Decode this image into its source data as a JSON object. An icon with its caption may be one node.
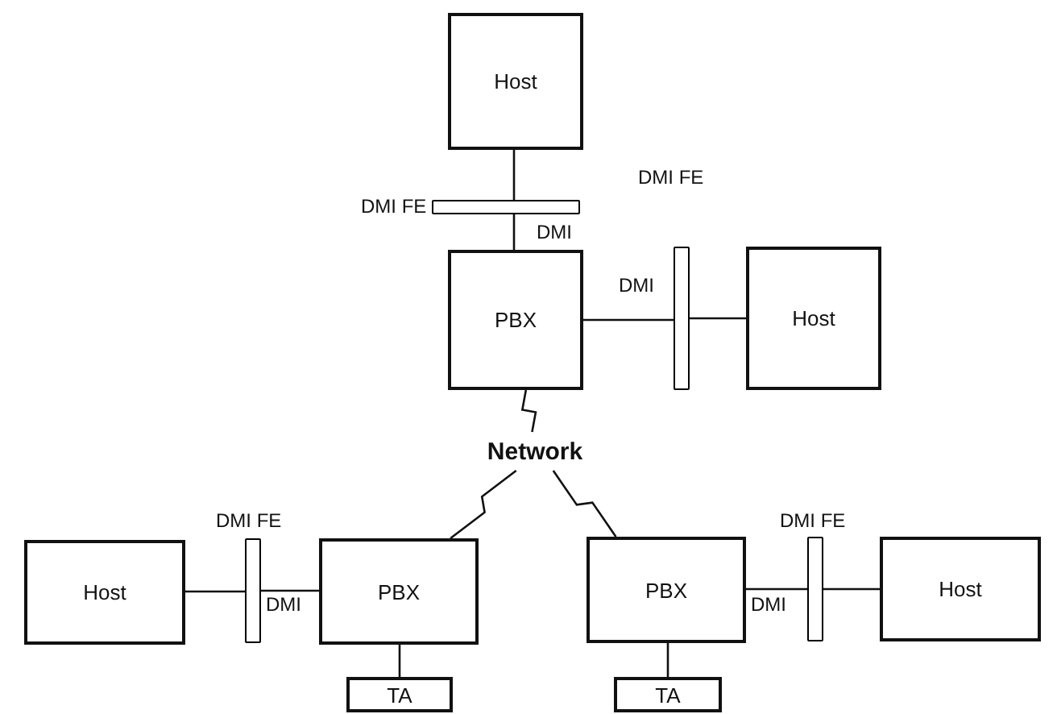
{
  "diagram": {
    "nodes": [
      {
        "text": [
          "Host"
        ]
      },
      {
        "text": [],
        "shape": "bar",
        "beside": [
          "DMI FE"
        ]
      },
      {
        "text": [
          "PBX"
        ]
      },
      {
        "text": [],
        "shape": "bar",
        "beside": [
          "DMI FE"
        ]
      },
      {
        "text": [
          "Host"
        ]
      },
      {
        "text": [
          "Network"
        ]
      },
      {
        "text": [
          "Host"
        ]
      },
      {
        "text": [],
        "shape": "bar",
        "beside": [
          "DMI FE"
        ]
      },
      {
        "text": [
          "PBX"
        ]
      },
      {
        "text": [
          "TA"
        ]
      },
      {
        "text": [
          "PBX"
        ]
      },
      {
        "text": [],
        "shape": "bar",
        "beside": [
          "DMI FE"
        ]
      },
      {
        "text": [
          "Host"
        ]
      },
      {
        "text": [
          "TA"
        ]
      }
    ],
    "edges": [
      {
        "from": 0,
        "to": 1,
        "arrow": "none"
      },
      {
        "from": 1,
        "to": 2,
        "arrow": "none",
        "label": "DMI"
      },
      {
        "from": 2,
        "to": 3,
        "arrow": "none",
        "label": "DMI"
      },
      {
        "from": 3,
        "to": 4,
        "arrow": "none"
      },
      {
        "from": 2,
        "to": 5,
        "arrow": "none"
      },
      {
        "from": 5,
        "to": 8,
        "arrow": "none"
      },
      {
        "from": 5,
        "to": 10,
        "arrow": "none"
      },
      {
        "from": 6,
        "to": 7,
        "arrow": "none"
      },
      {
        "from": 7,
        "to": 8,
        "arrow": "none",
        "label": "DMI"
      },
      {
        "from": 8,
        "to": 9,
        "arrow": "none"
      },
      {
        "from": 10,
        "to": 11,
        "arrow": "none",
        "label": "DMI"
      },
      {
        "from": 11,
        "to": 12,
        "arrow": "none"
      },
      {
        "from": 10,
        "to": 13,
        "arrow": "none"
      }
    ]
  }
}
